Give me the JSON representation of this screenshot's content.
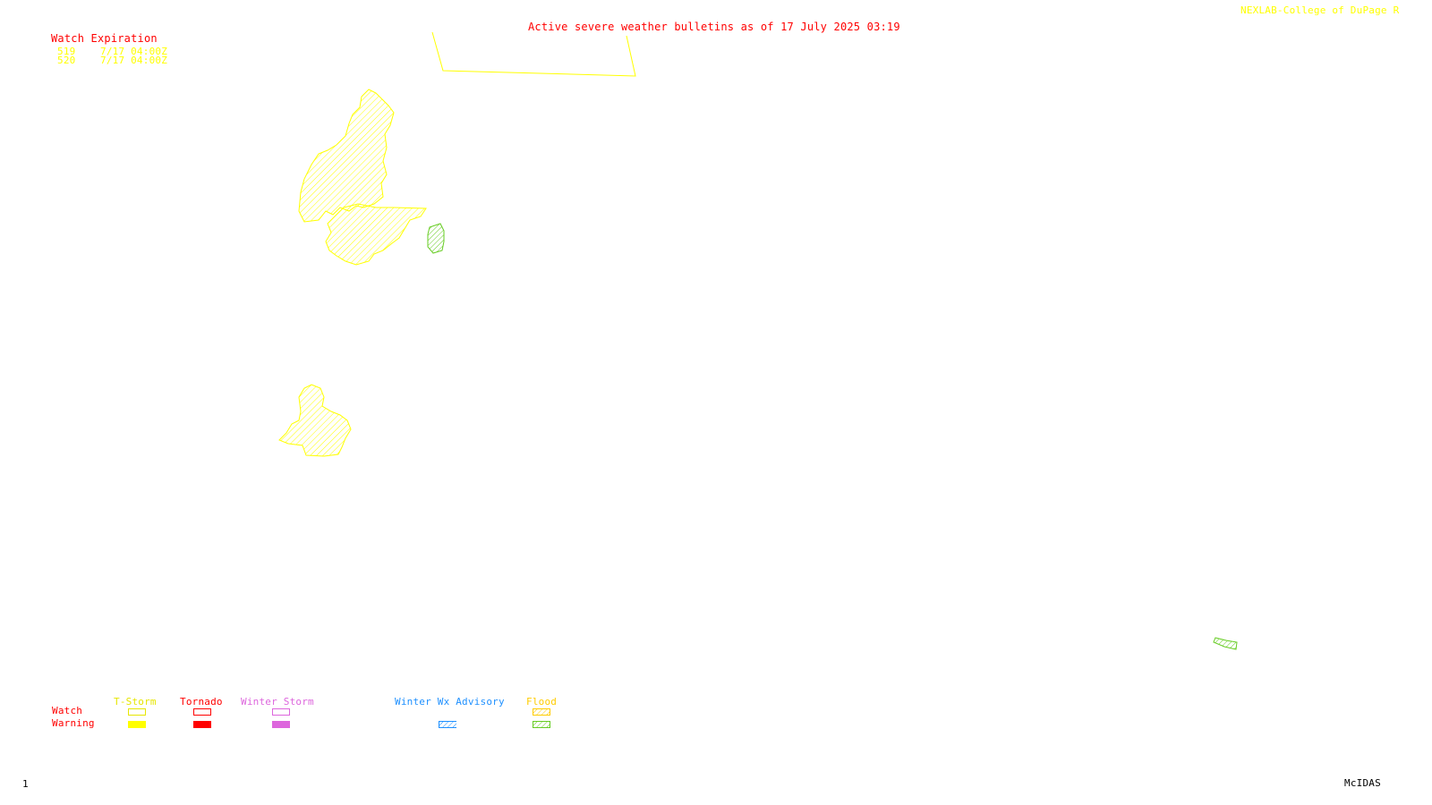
{
  "header": {
    "credit": "NEXLAB-College of DuPage R",
    "bulletin_title": "Active severe weather bulletins as of 17 July 2025 03:19"
  },
  "watch_expiration": {
    "title": "Watch Expiration",
    "rows": [
      {
        "number": "519",
        "expires": "7/17 04:00Z"
      },
      {
        "number": "520",
        "expires": "7/17 04:00Z"
      }
    ]
  },
  "legend": {
    "row_watch": "Watch",
    "row_warning": "Warning",
    "categories": [
      {
        "label": "T-Storm",
        "color": "#e6e600",
        "watch": "outline",
        "warning": "solid"
      },
      {
        "label": "Tornado",
        "color": "#ff0000",
        "watch": "outline",
        "warning": "solid"
      },
      {
        "label": "Winter Storm",
        "color": "#dd66dd",
        "watch": "outline",
        "warning": "solid"
      },
      {
        "label": "Winter Wx Advisory",
        "color": "#1e90ff",
        "watch": "none",
        "warning": "hatched"
      },
      {
        "label": "Flood",
        "color": "#ffcc00",
        "watch": "hatched",
        "warning": "hatched-green"
      }
    ]
  },
  "colors": {
    "tstorm": "#ffff00",
    "tornado": "#ff0000",
    "winter_storm": "#dd66dd",
    "winter_advisory": "#1e90ff",
    "flood_watch": "#ffcc00",
    "flood_warning": "#66cc22",
    "title_text": "#ff0000",
    "label_text": "#cc0000"
  },
  "footer": {
    "frame_number": "1",
    "software": "McIDAS"
  }
}
